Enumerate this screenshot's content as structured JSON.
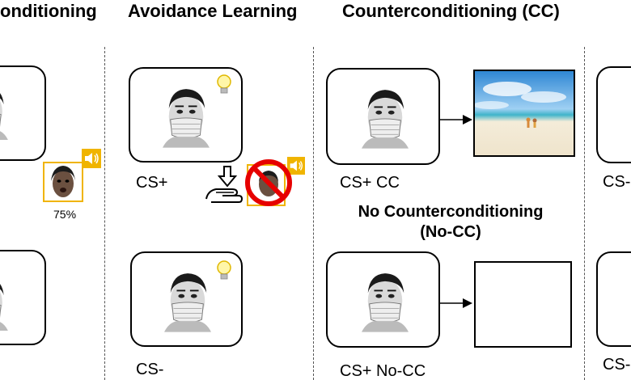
{
  "headings": {
    "conditioning": "onditioning",
    "avoidance": "Avoidance Learning",
    "cc": "Counterconditioning (CC)"
  },
  "nocc_title_line1": "No Counterconditioning",
  "nocc_title_line2": "(No-CC)",
  "labels": {
    "cs_plus": "CS+",
    "cs_minus": "CS-",
    "cs_plus_cc": "CS+ CC",
    "cs_plus_nocc": "CS+ No-CC",
    "cs_right_top": "CS-",
    "cs_right_bottom": "CS-"
  },
  "reinforcement_rate": "75%",
  "icons": [
    "lightbulb-icon",
    "speaker-icon",
    "hand-press-icon",
    "prohibition-icon",
    "arrow-icon"
  ],
  "colors": {
    "accent": "#f0b400",
    "prohibit": "#e60000",
    "sky": "#4aa3e0",
    "sand": "#f2ead7"
  }
}
